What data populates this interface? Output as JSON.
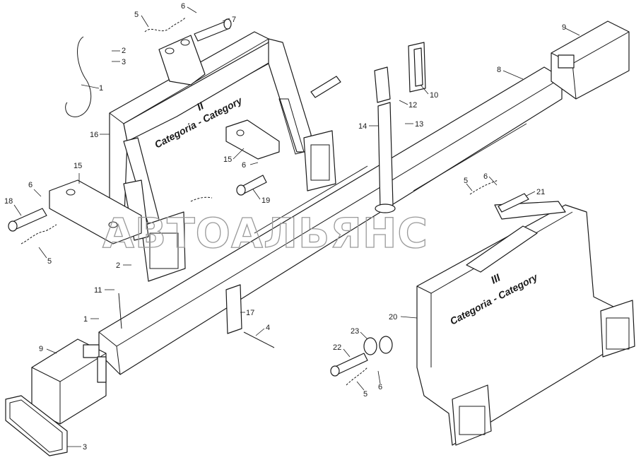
{
  "watermark": "АВТОАЛЬЯНС",
  "frame_left": {
    "roman": "II",
    "text": "Categoria - Category"
  },
  "frame_right": {
    "roman": "III",
    "text": "Categoria - Category"
  },
  "callouts": [
    "1",
    "2",
    "3",
    "5",
    "6",
    "7",
    "9",
    "8",
    "10",
    "12",
    "13",
    "14",
    "16",
    "15",
    "6",
    "19",
    "15",
    "6",
    "18",
    "5",
    "2",
    "11",
    "1",
    "9",
    "3",
    "17",
    "4",
    "6",
    "5",
    "21",
    "20",
    "23",
    "22",
    "6",
    "5"
  ],
  "colors": {
    "line": "#1a1a1a",
    "watermark": "#9a9a9a",
    "background": "#ffffff"
  }
}
